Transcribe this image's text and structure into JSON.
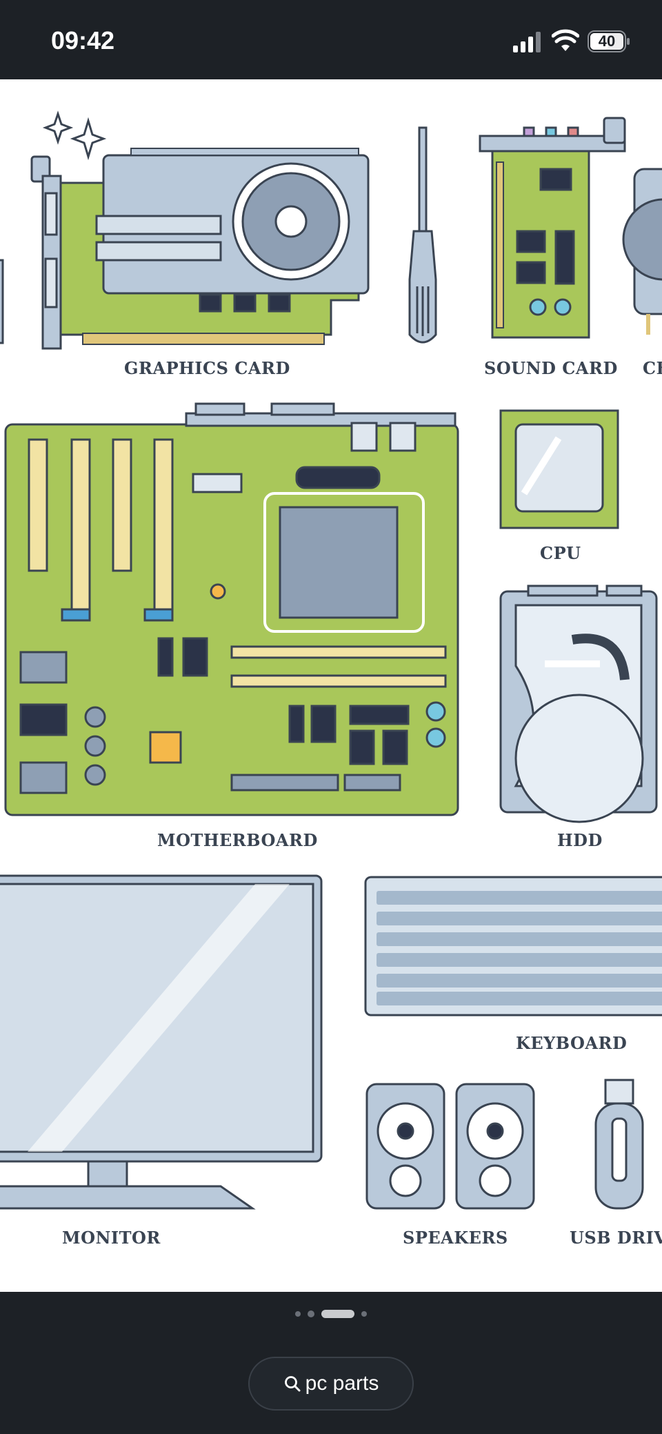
{
  "status_bar": {
    "time": "09:42",
    "battery": "40",
    "icons": [
      "signal-icon",
      "wifi-icon",
      "battery-icon"
    ]
  },
  "image": {
    "labels": {
      "graphics_card": "GRAPHICS CARD",
      "sound_card": "SOUND CARD",
      "cut_right": "CH",
      "cpu": "CPU",
      "motherboard": "MOTHERBOARD",
      "hdd": "HDD",
      "keyboard": "KEYBOARD",
      "monitor": "MONITOR",
      "speakers": "SPEAKERS",
      "usb_drive": "USB DRIVE"
    },
    "colors": {
      "board_green": "#a9c75a",
      "metal_blue": "#b9c9da",
      "outline": "#3a4452"
    }
  },
  "pager": {
    "count": 4,
    "active_index": 2
  },
  "search": {
    "query": "pc parts",
    "icon": "search-icon"
  }
}
